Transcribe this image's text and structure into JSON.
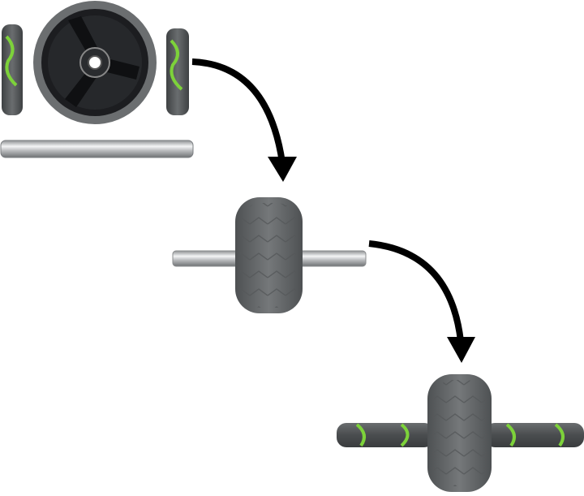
{
  "colors": {
    "background": "#ffffff",
    "tire": "#6b6e70",
    "tire_dark": "#4f5254",
    "rim": "#1c1d20",
    "grip": "#55585a",
    "grip_accent": "#7dd23a",
    "bar": "#c9cbcd",
    "arrow": "#000000"
  },
  "steps": [
    {
      "id": "parts"
    },
    {
      "id": "wheel-on-bar"
    },
    {
      "id": "assembled"
    }
  ]
}
